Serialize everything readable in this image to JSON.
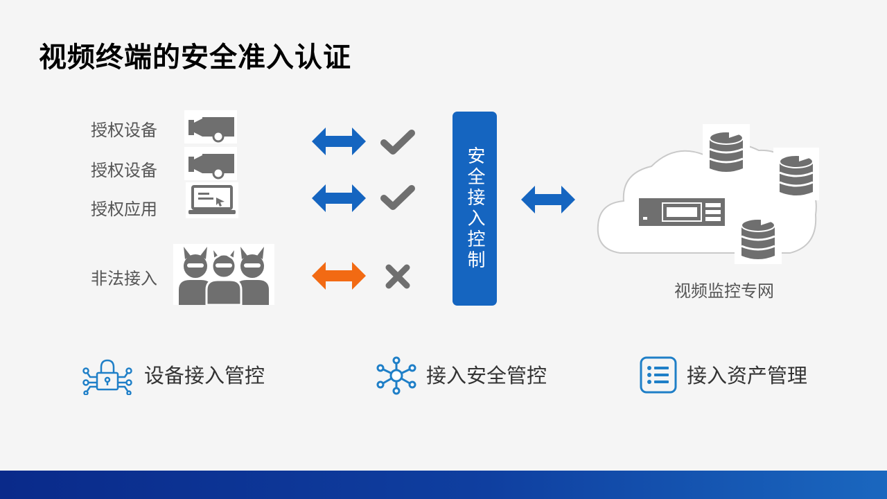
{
  "title": "视频终端的安全准入认证",
  "sources": {
    "authorized_device_1": "授权设备",
    "authorized_device_2": "授权设备",
    "authorized_app": "授权应用",
    "illegal_access": "非法接入"
  },
  "control": {
    "label": "安全接入控制"
  },
  "network": {
    "caption": "视频监控专网"
  },
  "features": {
    "device_access": "设备接入管控",
    "access_security": "接入安全管控",
    "asset_management": "接入资产管理"
  },
  "colors": {
    "allowed_arrow": "#1565c0",
    "denied_arrow": "#f26a13",
    "icon_gray": "#6f6f6f",
    "feature_icon": "#1f7fc7",
    "control_bar": "#1565c0"
  },
  "icons": [
    "camera-icon",
    "laptop-icon",
    "hacker-group-icon",
    "check-icon",
    "cross-icon",
    "database-icon",
    "server-icon",
    "cloud-icon",
    "circuit-lock-icon",
    "network-node-icon",
    "list-icon"
  ]
}
